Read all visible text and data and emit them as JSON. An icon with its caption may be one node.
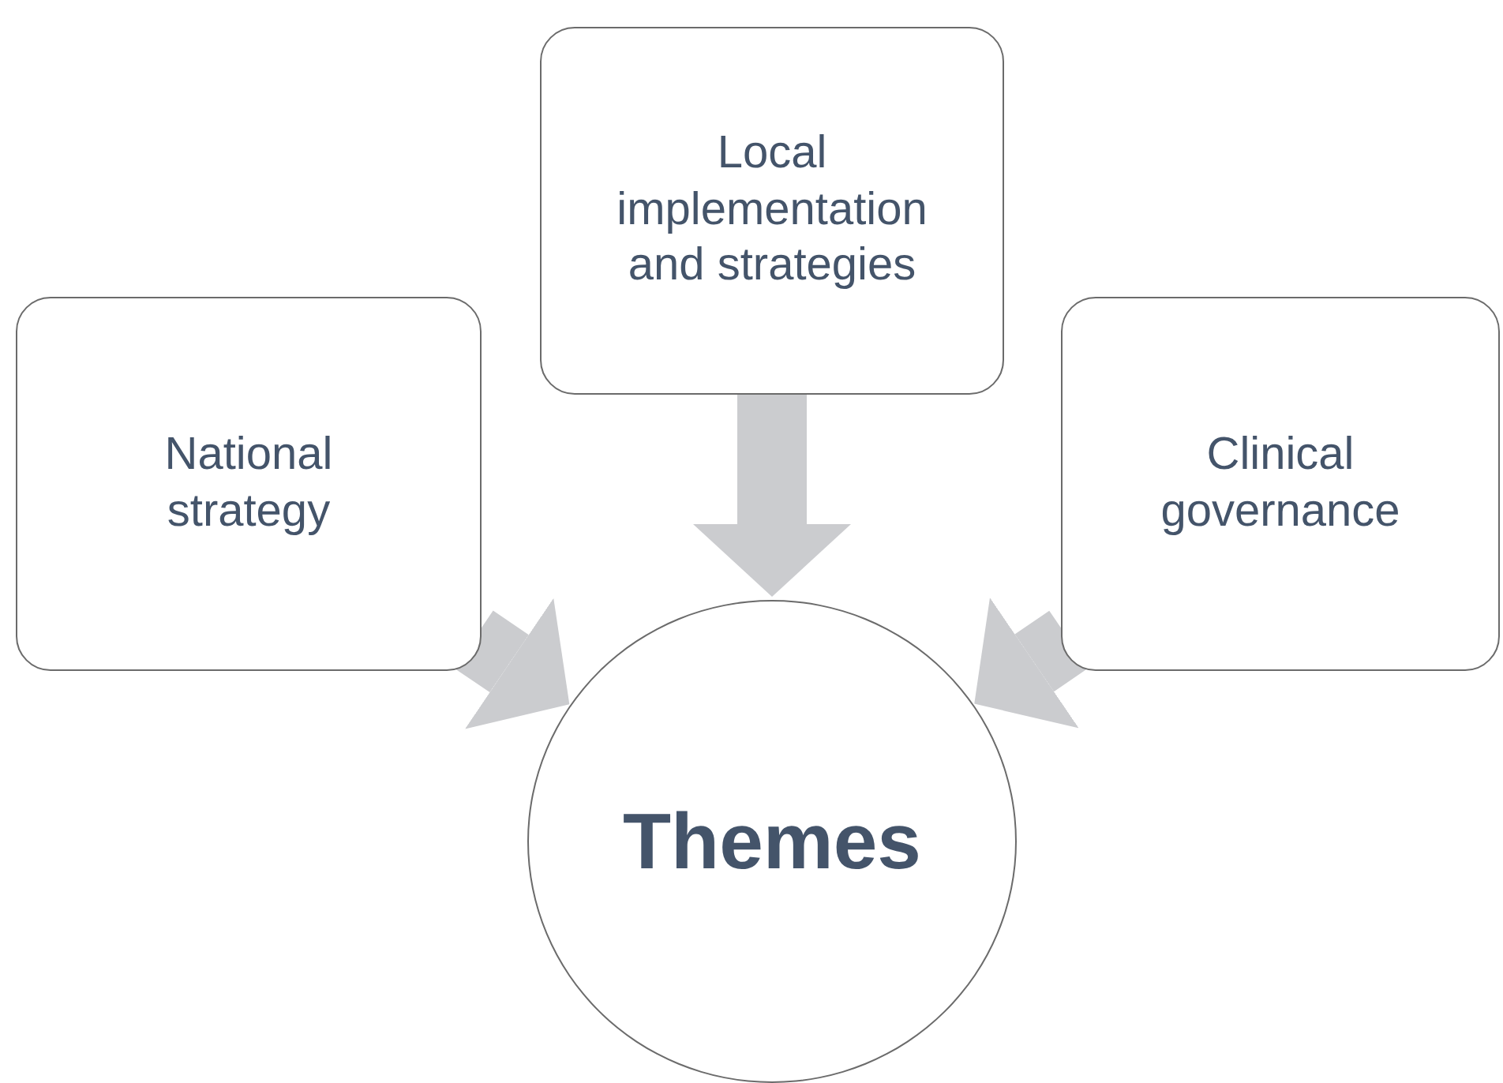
{
  "diagram": {
    "nodes": [
      {
        "text": [
          "National strategy"
        ]
      },
      {
        "text": [
          "Local implementation and strategies"
        ]
      },
      {
        "text": [
          "Clinical governance"
        ]
      },
      {
        "text": [
          "Themes"
        ]
      }
    ],
    "edges": [
      {
        "from": 0,
        "to": 3,
        "arrow": "to"
      },
      {
        "from": 1,
        "to": 3,
        "arrow": "to"
      },
      {
        "from": 2,
        "to": 3,
        "arrow": "to"
      }
    ]
  }
}
